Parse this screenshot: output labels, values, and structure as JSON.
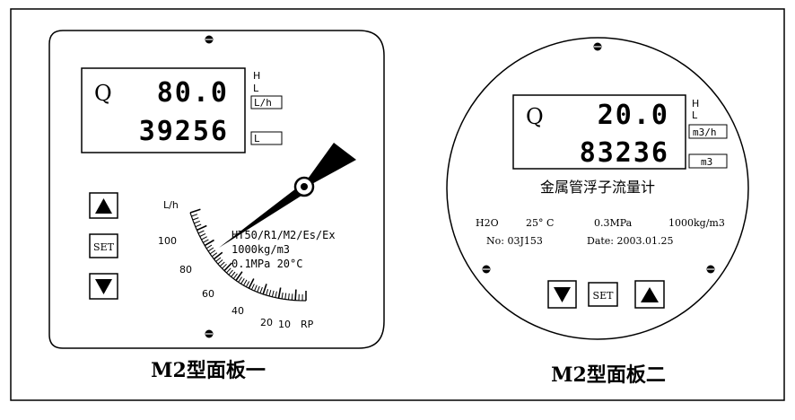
{
  "panel1": {
    "lcd": {
      "symbol": "Q",
      "flow_rate": "80.0",
      "total": "39256"
    },
    "indicators": {
      "high": "H",
      "low": "L"
    },
    "units": {
      "rate": "L/h",
      "total": "L"
    },
    "buttons": {
      "set": "SET"
    },
    "scale": {
      "unit": "L/h",
      "ticks": [
        "100",
        "80",
        "60",
        "40",
        "20",
        "10",
        "RP"
      ],
      "needle_value": 80
    },
    "specs": [
      "HT50/R1/M2/Es/Ex",
      "1000kg/m3",
      "0.1MPa  20°C"
    ],
    "caption": "M2型面板一"
  },
  "panel2": {
    "lcd": {
      "symbol": "Q",
      "flow_rate": "20.0",
      "total": "83236"
    },
    "indicators": {
      "high": "H",
      "low": "L"
    },
    "units": {
      "rate": "m3/h",
      "total": "m3"
    },
    "title": "金属管浮子流量计",
    "info": {
      "medium": "H2O",
      "temperature": "25° C",
      "pressure": "0.3MPa",
      "density": "1000kg/m3",
      "number": "No: 03J153",
      "date": "Date: 2003.01.25"
    },
    "buttons": {
      "set": "SET"
    },
    "caption": "M2型面板二"
  }
}
